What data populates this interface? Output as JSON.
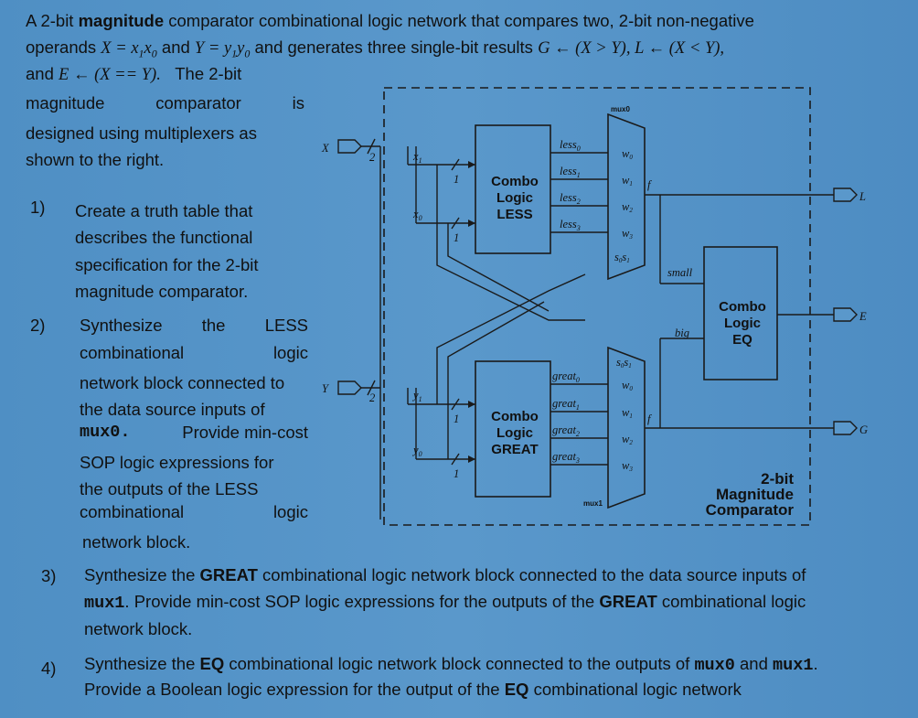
{
  "intro": {
    "line1_a": "A 2-bit ",
    "line1_b": "magnitude",
    "line1_c": " comparator combinational logic network that compares two, 2-bit non-negative",
    "line2_a": "operands ",
    "line2_x": "X = x",
    "line2_b": " and ",
    "line2_y": "Y = y",
    "line2_c": " and generates three single-bit results ",
    "line2_g": "G ← (X > Y), L ← (X < Y),",
    "line3_a": "and ",
    "line3_e": "E ← (X == Y).",
    "line3_b": "The 2-bit",
    "line4_a": "magnitude",
    "line4_b": "comparator",
    "line4_c": "is",
    "line5": "designed using multiplexers as",
    "line6": "shown to the right."
  },
  "questions": [
    {
      "num": "1)",
      "lines": [
        "Create a truth table that",
        "describes the functional",
        "specification for the 2-bit",
        "magnitude comparator."
      ]
    },
    {
      "num": "2)",
      "lines": [
        "Synthesize",
        "the",
        "LESS",
        "combinational",
        "logic",
        "network block connected to",
        "the data source inputs of",
        "mux0.",
        "Provide min-cost",
        "SOP logic expressions for",
        "the outputs of the LESS",
        "combinational",
        "logic",
        "network block."
      ]
    },
    {
      "num": "3)",
      "lines": [
        "Synthesize the ",
        "GREAT",
        " combinational logic network block connected to the data source inputs of",
        "mux1",
        ". Provide min-cost SOP logic expressions for the outputs of the ",
        "GREAT",
        " combinational logic",
        "network block."
      ]
    },
    {
      "num": "4)",
      "lines": [
        "Synthesize the ",
        "EQ",
        " combinational logic network block connected to the outputs of ",
        "mux0",
        " and ",
        "mux1",
        ".",
        "Provide a Boolean logic expression for the output of the ",
        "EQ",
        " combinational logic network"
      ]
    }
  ],
  "diagram": {
    "blocks": {
      "less": [
        "Combo",
        "Logic",
        "LESS"
      ],
      "great": [
        "Combo",
        "Logic",
        "GREAT"
      ],
      "eq": [
        "Combo",
        "Logic",
        "EQ"
      ]
    },
    "mux0": "mux0",
    "mux1": "mux1",
    "in_x": "X",
    "in_y": "Y",
    "bus_width": "2",
    "bit_width": "1",
    "x1": "x",
    "x0": "x",
    "y1": "y",
    "y0": "y",
    "less_signals": [
      "less",
      "less",
      "less",
      "less"
    ],
    "great_signals": [
      "great",
      "great",
      "great",
      "great"
    ],
    "w_labels": [
      "w",
      "w",
      "w",
      "w"
    ],
    "sel": "s",
    "f": "f",
    "small": "small",
    "big": "big",
    "out_l": "L",
    "out_e": "E",
    "out_g": "G",
    "title": [
      "2-bit",
      "Magnitude",
      "Comparator"
    ]
  }
}
